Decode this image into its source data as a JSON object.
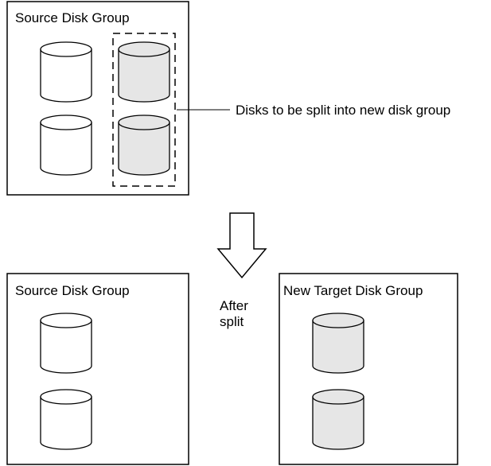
{
  "diagram": {
    "top_group": {
      "title": "Source Disk Group",
      "callout": "Disks to be split into new disk group"
    },
    "arrow_label": [
      "After",
      "split"
    ],
    "bottom_left_group": {
      "title": "Source Disk Group"
    },
    "bottom_right_group": {
      "title": "New Target Disk Group"
    }
  },
  "colors": {
    "disk_plain": "#ffffff",
    "disk_split": "#e6e6e6",
    "stroke": "#000000"
  }
}
